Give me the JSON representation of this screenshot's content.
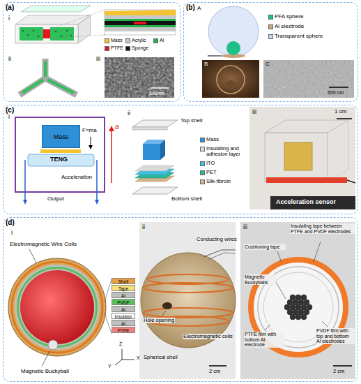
{
  "diagram": {
    "nodes": [
      {
        "text": [
          "(a)"
        ]
      },
      {
        "text": [
          "(b)"
        ]
      },
      {
        "text": [
          "(c)"
        ]
      },
      {
        "text": [
          "(d)"
        ]
      },
      {
        "text": [
          "Mass"
        ],
        "in": 2
      }
    ],
    "labels": [
      "i",
      "ii",
      "iii",
      "500nm",
      "A",
      "B",
      "C",
      "500 nm",
      "i",
      "F=ma",
      "a",
      "TENG",
      "Acceleration",
      "Output",
      "ii",
      "Top shell",
      "Bottom shell",
      "iii",
      "1 cm",
      "Acceleration sensor",
      "i",
      "Electromagnetic Wire Coils",
      "Magnetic Buckyball",
      "Shell",
      "Tape",
      "Al",
      "PVDF",
      "Al",
      "Insulator",
      "Al",
      "PTFE",
      "Z",
      "Y",
      "X",
      "ii",
      "Hole opening",
      "Conducting wires",
      "Spherical shell",
      "Electromagnetic coils",
      "2 cm",
      "iii",
      "Cushioning tape",
      "Insulating tape between PTFE and PVDF electrodes",
      "Magnetic Buckyballs",
      "PTFE film with bottom Al electrode",
      "PVDF film with top and bottom Al electrodes",
      "2 cm"
    ],
    "legend": [
      {
        "text": "Mass",
        "color": "#f5c232"
      },
      {
        "text": "Acrylic",
        "color": "#c8c8c8"
      },
      {
        "text": "Al",
        "color": "#22b14c"
      },
      {
        "text": "PTFE",
        "color": "#e8141b"
      },
      {
        "text": "Sponge",
        "color": "#111111"
      },
      {
        "text": "PFA sphere",
        "color": "#1fbf8a"
      },
      {
        "text": "Al electrode",
        "color": "#c9a47a"
      },
      {
        "text": "Transparent sphere",
        "color": "#c8d8f0"
      },
      {
        "text": "Mass",
        "color": "#2e8fd6"
      },
      {
        "text": "Insulating and adhesion layer",
        "color": "#d9d9d9"
      },
      {
        "text": "ITO",
        "color": "#3fc0e0"
      },
      {
        "text": "PET",
        "color": "#2db89a"
      },
      {
        "text": "Silk-fibroin",
        "color": "#d2b48c"
      }
    ]
  }
}
